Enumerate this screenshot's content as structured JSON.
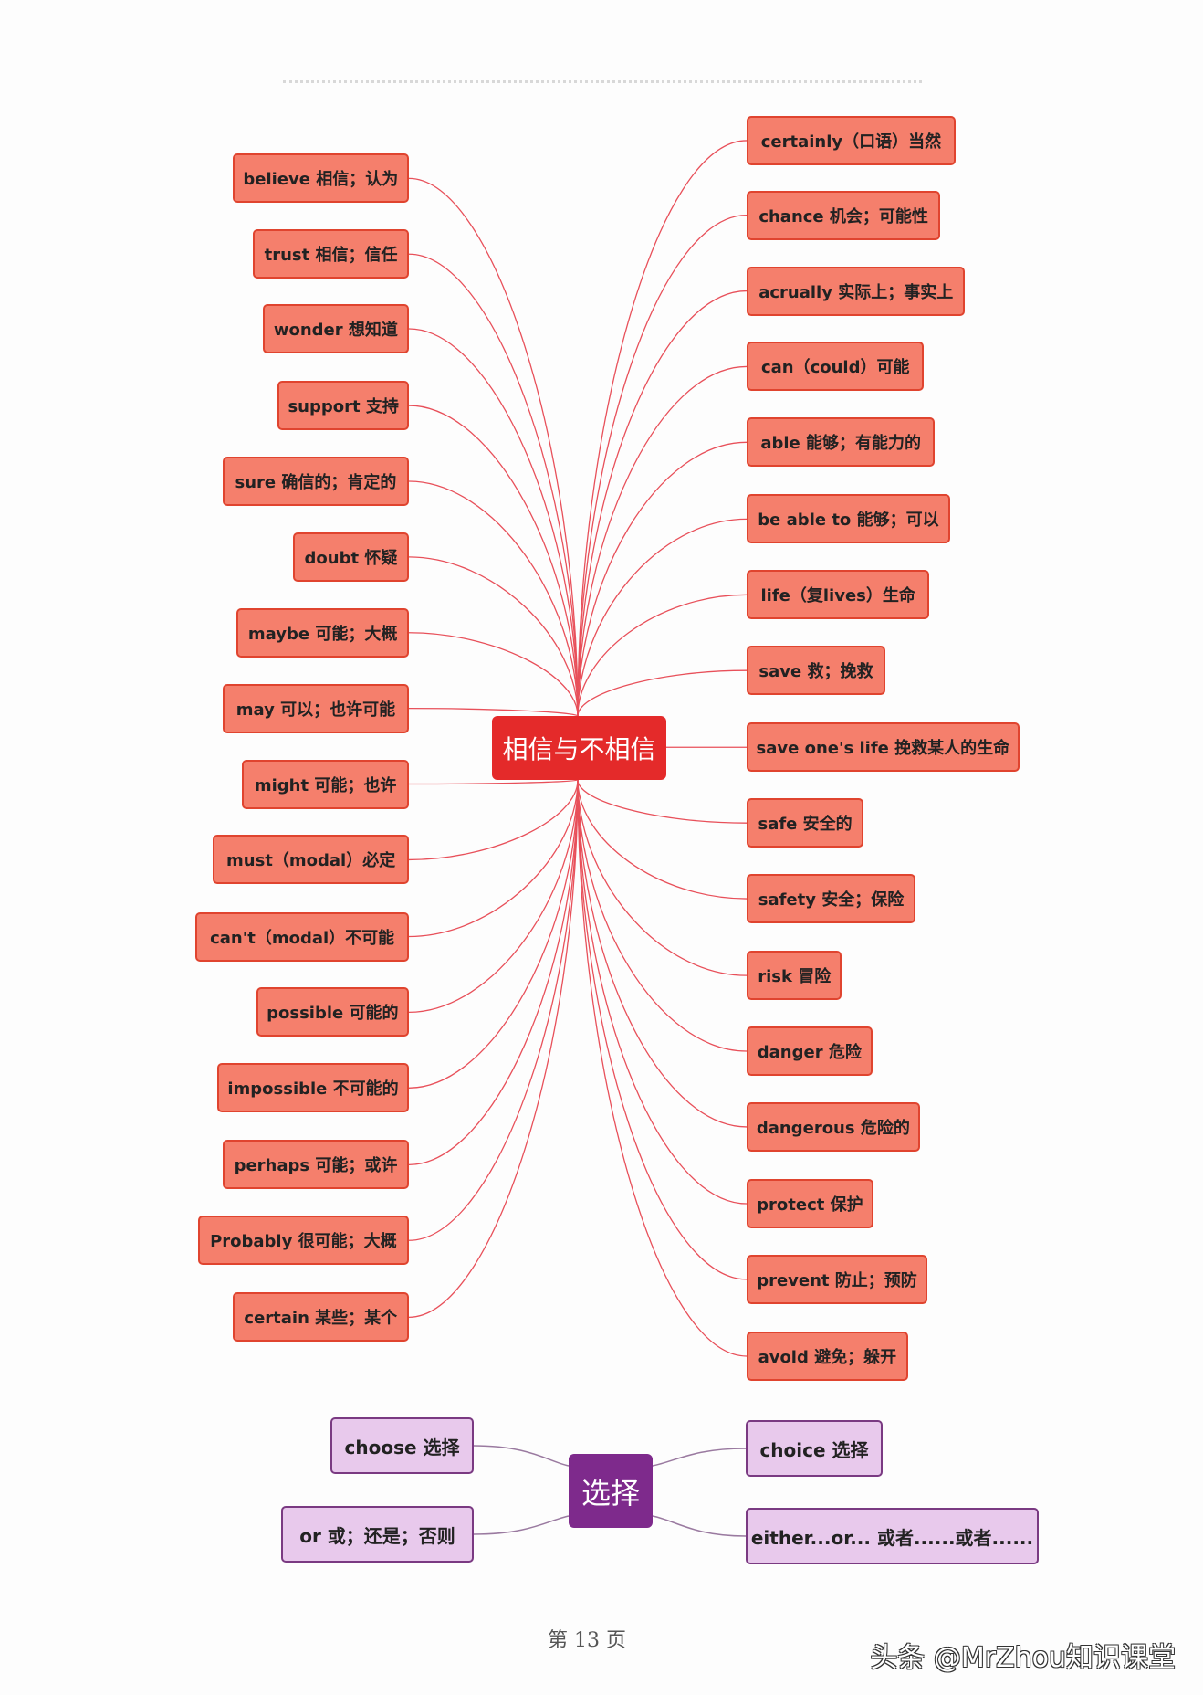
{
  "center": {
    "title": "相信与不相信"
  },
  "left_items": [
    "believe 相信；认为",
    "trust 相信；信任",
    "wonder 想知道",
    "support 支持",
    "sure 确信的；肯定的",
    "doubt 怀疑",
    "maybe 可能；大概",
    "may 可以；也许可能",
    "might 可能；也许",
    "must（modal）必定",
    "can't（modal）不可能",
    "possible 可能的",
    "impossible 不可能的",
    "perhaps 可能；或许",
    "Probably 很可能；大概",
    "certain 某些；某个"
  ],
  "right_items": [
    "certainly（口语）当然",
    "chance 机会；可能性",
    "acrually 实际上；事实上",
    "can（could）可能",
    "able 能够；有能力的",
    "be able to 能够；可以",
    "life（复lives）生命",
    "save 救；挽救",
    "save one's life 挽救某人的生命",
    "safe 安全的",
    "safety 安全；保险",
    "risk 冒险",
    "danger 危险",
    "dangerous 危险的",
    "protect 保护",
    "prevent 防止；预防",
    "avoid 避免；躲开"
  ],
  "choice_map": {
    "title": "选择",
    "left_items": [
      "choose 选择",
      "or 或；还是；否则"
    ],
    "right_items": [
      "choice 选择",
      "either...or... 或者......或者......"
    ]
  },
  "footer": {
    "page": "第 13 页",
    "watermark": "头条 @MrZhou知识课堂"
  },
  "colors": {
    "red_node": "#f57f6c",
    "red_center": "#e42a2a",
    "purple_node": "#e8c9ec",
    "purple_center": "#7e2a8c"
  }
}
